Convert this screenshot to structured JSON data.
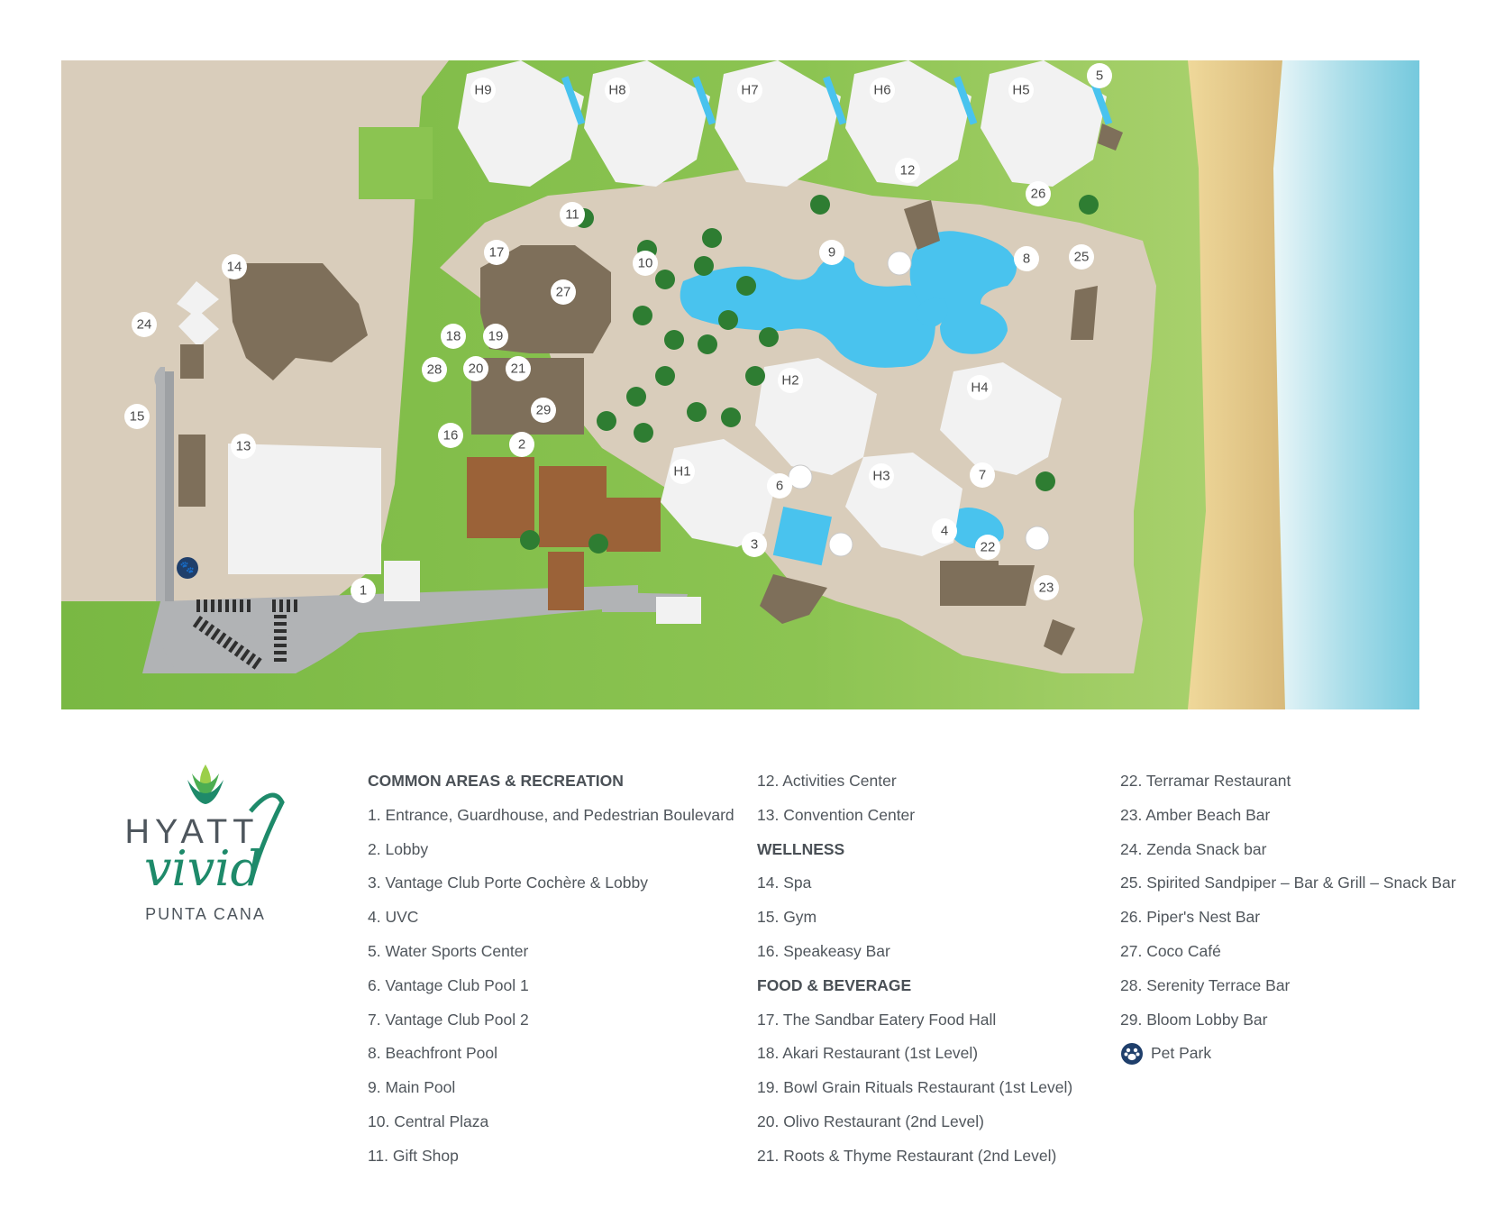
{
  "map": {
    "colors": {
      "sand": "#d9cdbb",
      "grass": "#8dc455",
      "building": "#f2f2f2",
      "building_brown": "#7e6f5a",
      "roof_brown": "#9b6238",
      "pool": "#49c3ee",
      "road": "#b1b3b5",
      "beach": "#e3c98a",
      "ocean": "#a8dcea"
    },
    "markers": [
      "1",
      "2",
      "3",
      "4",
      "5",
      "6",
      "7",
      "8",
      "9",
      "10",
      "11",
      "12",
      "13",
      "14",
      "15",
      "16",
      "17",
      "18",
      "19",
      "20",
      "21",
      "22",
      "23",
      "24",
      "25",
      "26",
      "27",
      "28",
      "29",
      "H1",
      "H2",
      "H3",
      "H4",
      "H5",
      "H6",
      "H7",
      "H8",
      "H9"
    ]
  },
  "brand": {
    "name": "HYATT",
    "script": "vivid",
    "location": "PUNTA CANA",
    "accent_color": "#1e8a6a"
  },
  "legend": {
    "col1": [
      {
        "text": "COMMON AREAS & RECREATION",
        "header": true
      },
      {
        "text": "1. Entrance, Guardhouse, and Pedestrian Boulevard"
      },
      {
        "text": "2. Lobby"
      },
      {
        "text": "3. Vantage Club Porte Cochère & Lobby"
      },
      {
        "text": "4. UVC"
      },
      {
        "text": "5. Water Sports Center"
      },
      {
        "text": "6. Vantage Club Pool 1"
      },
      {
        "text": "7. Vantage Club Pool 2"
      },
      {
        "text": "8. Beachfront Pool"
      },
      {
        "text": "9. Main Pool"
      },
      {
        "text": "10. Central Plaza"
      },
      {
        "text": "11. Gift Shop"
      }
    ],
    "col2": [
      {
        "text": "12. Activities Center"
      },
      {
        "text": "13. Convention Center"
      },
      {
        "text": "WELLNESS",
        "header": true
      },
      {
        "text": "14. Spa"
      },
      {
        "text": "15. Gym"
      },
      {
        "text": "16. Speakeasy Bar"
      },
      {
        "text": "FOOD & BEVERAGE",
        "header": true
      },
      {
        "text": "17. The Sandbar Eatery Food Hall"
      },
      {
        "text": "18. Akari Restaurant (1st Level)"
      },
      {
        "text": "19. Bowl Grain Rituals Restaurant (1st Level)"
      },
      {
        "text": "20. Olivo Restaurant (2nd Level)"
      },
      {
        "text": "21. Roots & Thyme Restaurant (2nd Level)"
      }
    ],
    "col3": [
      {
        "text": "22. Terramar Restaurant"
      },
      {
        "text": "23. Amber Beach Bar"
      },
      {
        "text": "24. Zenda Snack bar"
      },
      {
        "text": "25. Spirited Sandpiper – Bar & Grill – Snack Bar"
      },
      {
        "text": "26. Piper's Nest Bar"
      },
      {
        "text": "27. Coco Café"
      },
      {
        "text": "28. Serenity Terrace Bar"
      },
      {
        "text": "29. Bloom Lobby Bar"
      },
      {
        "text": "Pet Park",
        "icon": "paw-icon"
      }
    ]
  }
}
